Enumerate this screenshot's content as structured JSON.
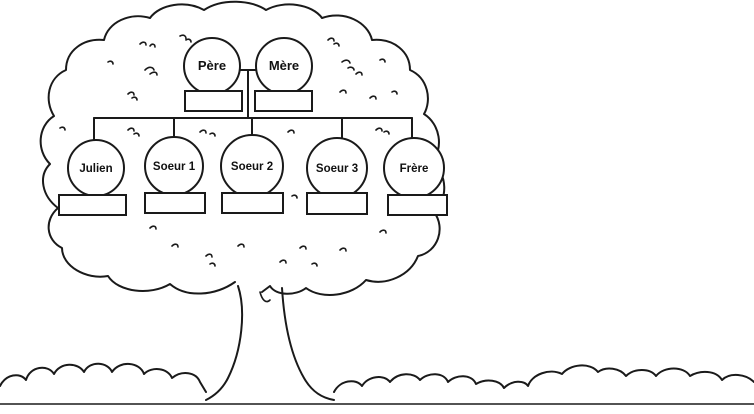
{
  "family": {
    "parents": [
      {
        "id": "pere",
        "label": "Père"
      },
      {
        "id": "mere",
        "label": "Mère"
      }
    ],
    "children": [
      {
        "id": "julien",
        "label": "Julien"
      },
      {
        "id": "soeur1",
        "label": "Soeur 1"
      },
      {
        "id": "soeur2",
        "label": "Soeur 2"
      },
      {
        "id": "soeur3",
        "label": "Soeur 3"
      },
      {
        "id": "frere",
        "label": "Frère"
      }
    ]
  },
  "colors": {
    "ink": "#1a1a1a",
    "background": "#ffffff"
  }
}
